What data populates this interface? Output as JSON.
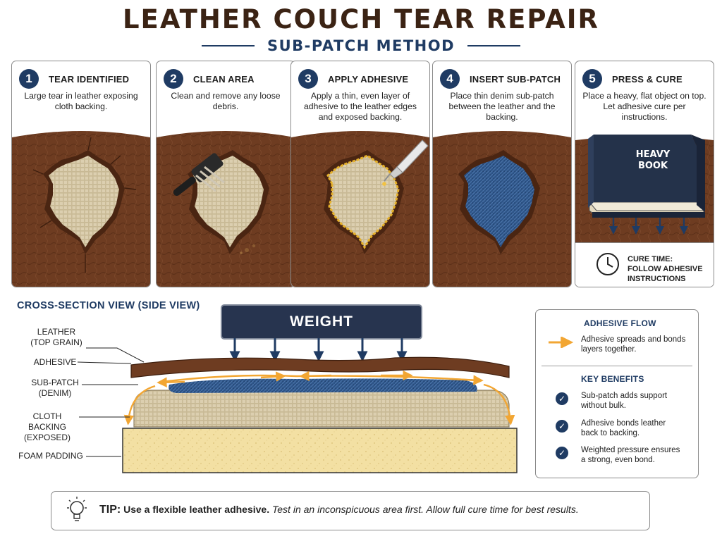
{
  "title": "LEATHER COUCH TEAR REPAIR",
  "subtitle": "SUB-PATCH METHOD",
  "steps": [
    {
      "number": "1",
      "title": "TEAR IDENTIFIED",
      "text": "Large tear in leather exposing cloth backing.",
      "icon": "torn-leather"
    },
    {
      "number": "2",
      "title": "CLEAN AREA",
      "text": "Clean and remove any loose debris.",
      "icon": "brush-icon"
    },
    {
      "number": "3",
      "title": "APPLY ADHESIVE",
      "text": "Apply a thin, even layer of adhesive to the leather edges and exposed backing.",
      "icon": "glue-tube-icon"
    },
    {
      "number": "4",
      "title": "INSERT SUB-PATCH",
      "text": "Place thin denim sub-patch between the leather and the backing.",
      "icon": "denim-patch"
    },
    {
      "number": "5",
      "title": "PRESS & CURE",
      "text": "Place a heavy, flat object on top. Let adhesive cure per instructions.",
      "icon": "book-icon"
    }
  ],
  "book_label_line1": "HEAVY",
  "book_label_line2": "BOOK",
  "cure_time_line1": "CURE TIME:",
  "cure_time_line2": "FOLLOW ADHESIVE",
  "cure_time_line3": "INSTRUCTIONS",
  "cross_section": {
    "title": "CROSS-SECTION VIEW (SIDE VIEW)",
    "weight_label": "WEIGHT",
    "layers": [
      {
        "line1": "LEATHER",
        "line2": "(TOP GRAIN)"
      },
      {
        "line1": "ADHESIVE",
        "line2": ""
      },
      {
        "line1": "SUB-PATCH",
        "line2": "(DENIM)"
      },
      {
        "line1": "CLOTH BACKING",
        "line2": "(EXPOSED)"
      },
      {
        "line1": "FOAM PADDING",
        "line2": ""
      }
    ]
  },
  "legend": {
    "flow_heading": "ADHESIVE FLOW",
    "flow_line1": "Adhesive spreads and bonds",
    "flow_line2": "layers together.",
    "benefits_heading": "KEY BENEFITS",
    "benefits": [
      {
        "line1": "Sub-patch adds support",
        "line2": "without bulk."
      },
      {
        "line1": "Adhesive bonds leather",
        "line2": "back to backing."
      },
      {
        "line1": "Weighted pressure ensures",
        "line2": "a strong, even bond."
      }
    ]
  },
  "tip": {
    "label": "TIP:",
    "bold_text": "Use a flexible leather adhesive.",
    "italic_text": "Test in an inconspicuous area first. Allow full cure time for best results."
  },
  "colors": {
    "navy": "#1f3b63",
    "leather": "#6e3c21",
    "adhesive": "#f2a633",
    "denim": "#2d5487",
    "backing": "#d9ccae",
    "foam": "#f3e0a3"
  }
}
